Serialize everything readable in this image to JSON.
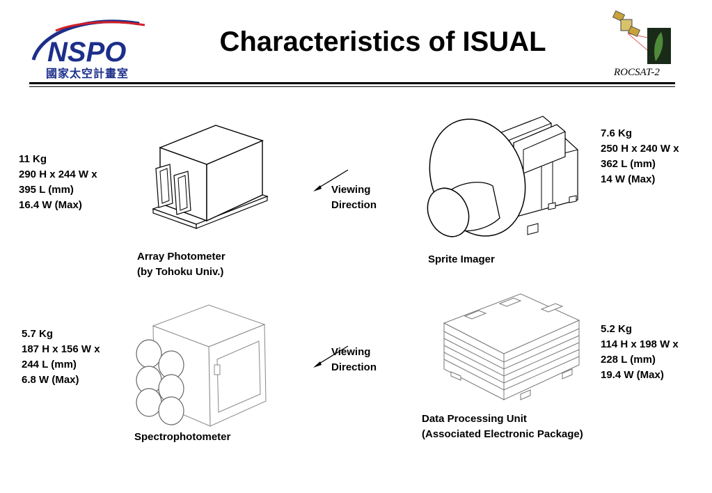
{
  "header": {
    "title": "Characteristics of ISUAL",
    "logo_text": "NSPO",
    "logo_subtext": "國家太空計畫室",
    "mission": "ROCSAT-2"
  },
  "instruments": {
    "array_photometer": {
      "specs": [
        "11 Kg",
        "290 H x 244 W x",
        "395 L (mm)",
        "16.4 W (Max)"
      ],
      "name_lines": [
        "Array Photometer",
        "(by Tohoku Univ.)"
      ]
    },
    "sprite_imager": {
      "specs": [
        "7.6 Kg",
        "250 H x 240 W x",
        "362 L (mm)",
        "14 W (Max)"
      ],
      "name_lines": [
        "Sprite Imager"
      ]
    },
    "spectrophotometer": {
      "specs": [
        "5.7 Kg",
        "187 H x 156 W x",
        "244 L (mm)",
        "6.8 W (Max)"
      ],
      "name_lines": [
        "Spectrophotometer"
      ]
    },
    "data_processing_unit": {
      "specs": [
        "5.2 Kg",
        "114 H x 198 W x",
        "228 L (mm)",
        "19.4 W (Max)"
      ],
      "name_lines": [
        "Data Processing Unit",
        "(Associated Electronic Package)"
      ]
    }
  },
  "viewing_direction": {
    "top": [
      "Viewing",
      "Direction"
    ],
    "bottom": [
      "Viewing",
      "Direction"
    ]
  }
}
